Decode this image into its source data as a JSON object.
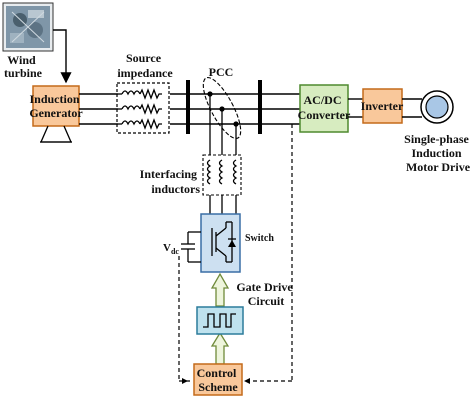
{
  "labels": {
    "wind_turbine": [
      "Wind",
      "turbine"
    ],
    "source_impedance": [
      "Source",
      "impedance"
    ],
    "pcc": "PCC",
    "interfacing_inductors": [
      "Interfacing",
      "inductors"
    ],
    "switch": "Switch",
    "vdc": "V",
    "vdc_sub": "dc",
    "gate_drive_circuit": [
      "Gate Drive",
      "Circuit"
    ],
    "single_phase_motor": [
      "Single-phase",
      "Induction",
      "Motor Drive"
    ]
  },
  "blocks": {
    "induction_generator": [
      "Induction",
      "Generator"
    ],
    "acdc_converter": [
      "AC/DC",
      "Converter"
    ],
    "inverter": "Inverter",
    "control_scheme": [
      "Control",
      "Scheme"
    ]
  },
  "colors": {
    "generator_fill": "#f9c89b",
    "generator_border": "#c46a1a",
    "acdc_fill": "#d7ecc0",
    "acdc_border": "#4f8a2f",
    "inverter_fill": "#f9c89b",
    "inverter_border": "#c46a1a",
    "control_fill": "#f9c89b",
    "control_border": "#c46a1a",
    "switch_fill": "#cde0f1",
    "switch_border": "#3a6ea5",
    "pwm_fill": "#bfe2ee",
    "pwm_border": "#2c7c9b",
    "arrow_fill": "#eef5dc",
    "arrow_border": "#6f8a3a",
    "motor_fill": "#a9c7e6"
  }
}
